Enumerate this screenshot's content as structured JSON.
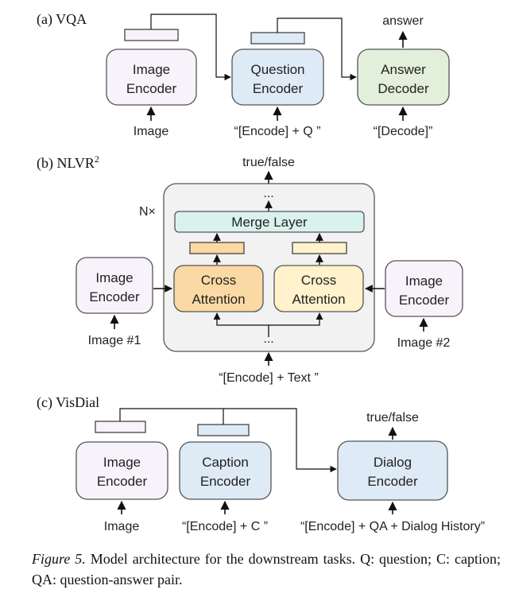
{
  "vqa": {
    "title": "(a) VQA",
    "image_encoder": [
      "Image",
      "Encoder"
    ],
    "question_encoder": [
      "Question",
      "Encoder"
    ],
    "answer_decoder": [
      "Answer",
      "Decoder"
    ],
    "answer_label": "answer",
    "input_image": "Image",
    "input_question": "“[Encode] + Q ”",
    "input_decode": "“[Decode]”"
  },
  "nlvr": {
    "title": "(b) NLVR",
    "title_sup": "2",
    "output": "true/false",
    "ellipsis_top": "...",
    "nx": "N×",
    "merge_layer": "Merge Layer",
    "cross_attention_left": [
      "Cross",
      "Attention"
    ],
    "cross_attention_right": [
      "Cross",
      "Attention"
    ],
    "image_encoder_left": [
      "Image",
      "Encoder"
    ],
    "image_encoder_right": [
      "Image",
      "Encoder"
    ],
    "input_image1": "Image #1",
    "input_image2": "Image #2",
    "ellipsis_bottom": "...",
    "input_text": "“[Encode] + Text ”"
  },
  "visdial": {
    "title": "(c) VisDial",
    "output": "true/false",
    "image_encoder": [
      "Image",
      "Encoder"
    ],
    "caption_encoder": [
      "Caption",
      "Encoder"
    ],
    "dialog_encoder": [
      "Dialog",
      "Encoder"
    ],
    "input_image": "Image",
    "input_caption": "“[Encode] + C ”",
    "input_dialog": "“[Encode] + QA + Dialog History”"
  },
  "caption": {
    "figure_label": "Figure 5.",
    "text": "Model architecture for the downstream tasks. Q: question; C: caption; QA: question-answer pair."
  },
  "colors": {
    "pink_fill": "#f8f2fb",
    "blue_fill": "#deeaf6",
    "green_fill": "#e2efda",
    "orange_fill": "#fbd9a4",
    "yellow_fill": "#fff2cc",
    "teal_fill": "#d9f2ee",
    "gray_fill": "#f2f2f2"
  }
}
